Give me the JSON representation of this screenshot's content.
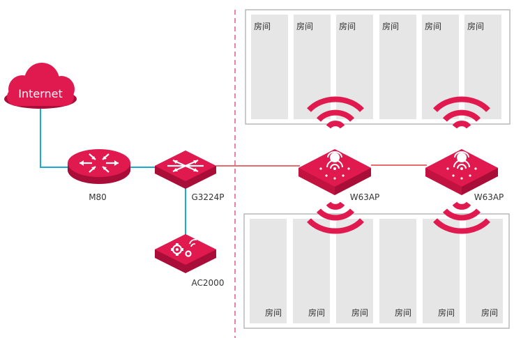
{
  "colors": {
    "accent": "#E0194F",
    "accent_dark": "#A90E38",
    "link_blue": "#1BA9D6",
    "link_red": "#E23A3A",
    "room_fill": "#E6E6E6",
    "panel_border": "#B9B9B9",
    "divider": "#E9578A",
    "label": "#333333"
  },
  "cloud": {
    "label": "Internet",
    "icon": "cloud-icon"
  },
  "devices": {
    "router": {
      "label": "M80",
      "icon": "router-arrows-icon"
    },
    "switch": {
      "label": "G3224P",
      "icon": "switch-arrows-icon"
    },
    "controller": {
      "label": "AC2000",
      "icon": "gear-wifi-icon"
    },
    "ap1": {
      "label": "W63AP",
      "icon": "access-point-icon"
    },
    "ap2": {
      "label": "W63AP",
      "icon": "access-point-icon"
    }
  },
  "rooms": {
    "top": [
      "房间",
      "房间",
      "房间",
      "房间",
      "房间",
      "房间"
    ],
    "bottom": [
      "房间",
      "房间",
      "房间",
      "房间",
      "房间",
      "房间"
    ]
  }
}
